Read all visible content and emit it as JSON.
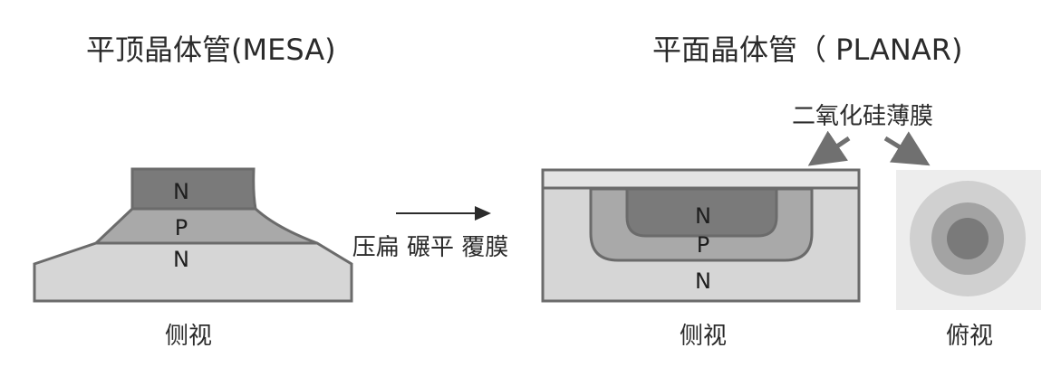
{
  "mesa": {
    "title": "平顶晶体管(MESA)",
    "layers": {
      "top": "N",
      "middle": "P",
      "bottom": "N"
    },
    "view_label": "侧视"
  },
  "process": {
    "label": "压扁 碾平 覆膜"
  },
  "planar": {
    "title": "平面晶体管（ PLANAR)",
    "film_label": "二氧化硅薄膜",
    "layers": {
      "inner": "N",
      "middle": "P",
      "outer": "N"
    },
    "side_view_label": "侧视",
    "top_view_label": "俯视"
  },
  "colors": {
    "outline": "#6b6b6b",
    "light_gray": "#d6d6d6",
    "mid_gray": "#a9a9a9",
    "dark_gray": "#7a7a7a",
    "film": "#e4e4e4"
  }
}
